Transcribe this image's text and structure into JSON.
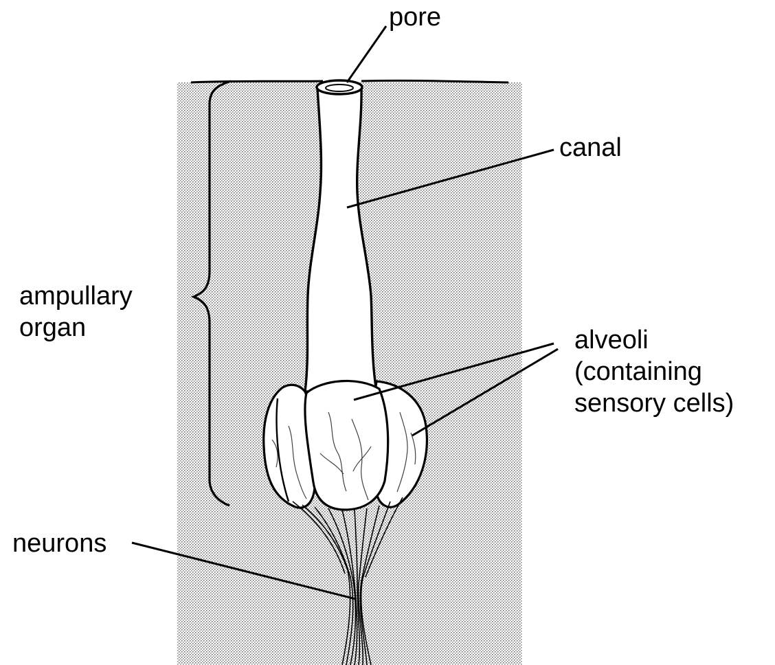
{
  "labels": {
    "pore": "pore",
    "canal": "canal",
    "ampullary_organ": [
      "ampullary",
      "organ"
    ],
    "alveoli": [
      "alveoli",
      "(containing",
      "sensory cells)"
    ],
    "neurons": "neurons"
  },
  "colors": {
    "ink": "#000000",
    "paper": "#ffffff",
    "tissue_stipple": "#9a9a9a"
  }
}
